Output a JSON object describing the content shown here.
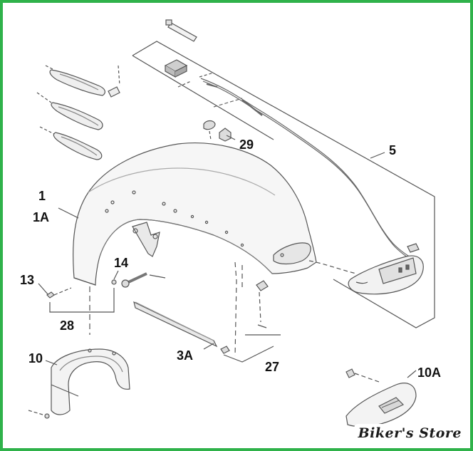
{
  "diagram": {
    "callouts": {
      "c1": "1",
      "c1a": "1A",
      "c5": "5",
      "c10": "10",
      "c10a": "10A",
      "c13": "13",
      "c14": "14",
      "c27": "27",
      "c28": "28",
      "c29": "29",
      "c3a": "3A"
    },
    "watermark": "Biker's Store",
    "colors": {
      "frame": "#2fb24a",
      "line": "#555555",
      "part_fill": "#f4f4f4"
    }
  }
}
